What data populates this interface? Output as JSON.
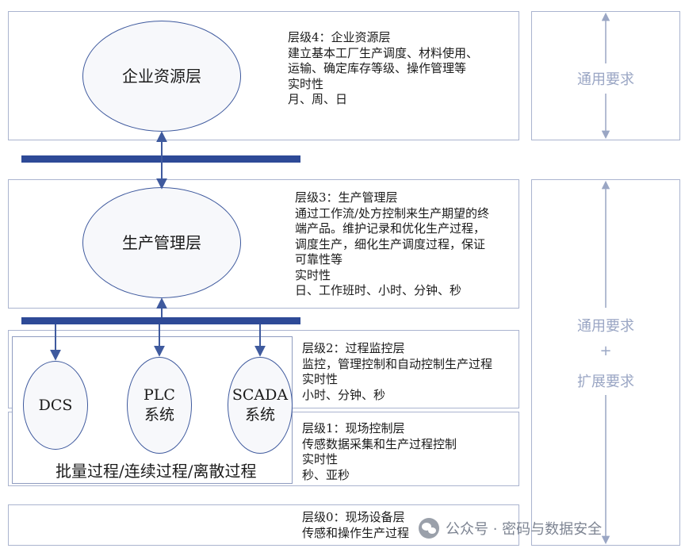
{
  "layers": {
    "level4": {
      "ellipse_label": "企业资源层",
      "description": "层级4：企业资源层\n建立基本工厂生产调度、材料使用、\n运输、确定库存等级、操作管理等\n实时性\n月、周、日"
    },
    "level3": {
      "ellipse_label": "生产管理层",
      "description": "层级3：生产管理层\n通过工作流/处方控制来生产期望的终\n端产品。维护记录和优化生产过程，\n调度生产，细化生产调度过程，保证\n可靠性等\n实时性\n日、工作班时、小时、分钟、秒"
    },
    "level2": {
      "description": "层级2：过程监控层\n监控，管理控制和自动控制生产过程\n实时性\n小时、分钟、秒"
    },
    "level1": {
      "description": "层级1：现场控制层\n传感数据采集和生产过程控制\n实时性\n秒、亚秒"
    },
    "level0": {
      "description": "层级0：现场设备层\n传感和操作生产过程"
    }
  },
  "control_systems": {
    "dcs": "DCS",
    "plc": "PLC\n系统",
    "scada": "SCADA\n系统",
    "process_label": "批量过程/连续过程/离散过程"
  },
  "requirements": {
    "upper": "通用要求",
    "lower_line1": "通用要求",
    "lower_plus": "+",
    "lower_line2": "扩展要求"
  },
  "watermark": {
    "text": "公众号 · 密码与数据安全"
  },
  "colors": {
    "bus_bar": "#2e4a97",
    "box_border": "#aab4cf",
    "arrow": "#3f5a9e",
    "side_text": "#9aa6c4"
  }
}
